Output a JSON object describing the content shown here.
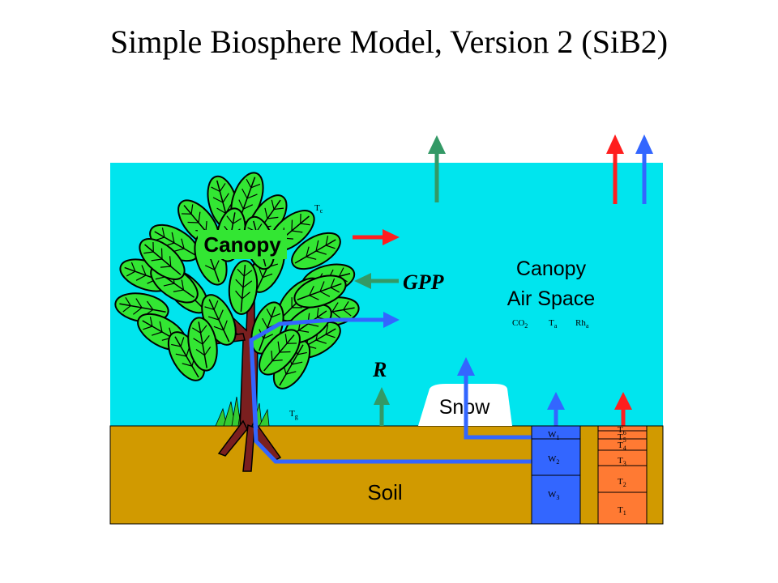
{
  "title": "Simple Biosphere Model, Version 2 (SiB2)",
  "labels": {
    "canopy": "Canopy",
    "gpp": "GPP",
    "r": "R",
    "canopy_air_line1": "Canopy",
    "canopy_air_line2": "Air Space",
    "air_vars": {
      "co2": "CO",
      "co2_sub": "2",
      "ta": "T",
      "ta_sub": "a",
      "rha": "Rh",
      "rha_sub": "a"
    },
    "tc": {
      "main": "T",
      "sub": "c"
    },
    "tg": {
      "main": "T",
      "sub": "g"
    },
    "snow": "Snow",
    "soil": "Soil"
  },
  "water_layers": [
    {
      "main": "W",
      "sub": "1"
    },
    {
      "main": "W",
      "sub": "2"
    },
    {
      "main": "W",
      "sub": "3"
    }
  ],
  "temp_layers": [
    {
      "main": "T",
      "sub": "6"
    },
    {
      "main": "T",
      "sub": "5"
    },
    {
      "main": "T",
      "sub": "4"
    },
    {
      "main": "T",
      "sub": "3"
    },
    {
      "main": "T",
      "sub": "2"
    },
    {
      "main": "T",
      "sub": "1"
    }
  ],
  "colors": {
    "sky": "#00E5EE",
    "soil": "#D19A00",
    "carbon_arrow": "#339966",
    "heat_arrow": "#FF1E1E",
    "water_arrow": "#3366FF",
    "leaf": "#33E633",
    "trunk": "#7A1F1F",
    "water_column": "#3366FF",
    "temp_column": "#FF7A33",
    "snow": "#FFFFFF"
  }
}
